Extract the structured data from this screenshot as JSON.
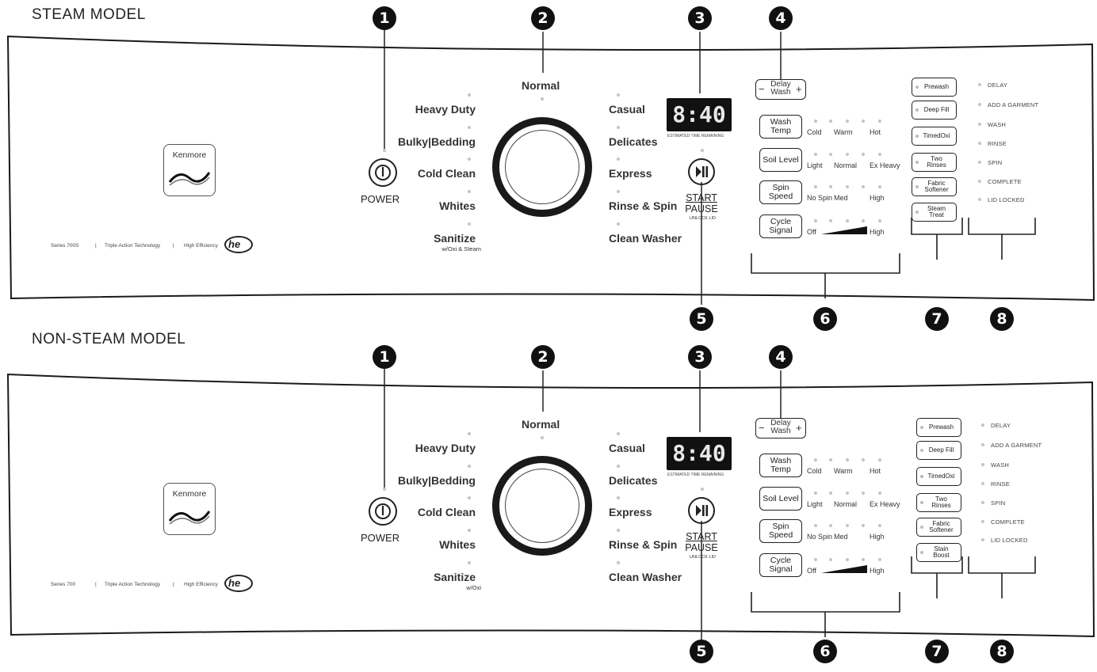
{
  "models": [
    {
      "title": "STEAM MODEL",
      "brand": "Kenmore",
      "footer": {
        "series": "Series 700S",
        "sep": "|",
        "tech": "Triple Action Technology",
        "efficiency": "High Efficiency",
        "he": "he"
      },
      "power_label": "POWER",
      "cycles_left": [
        "Heavy Duty",
        "Bulky|Bedding",
        "Cold Clean",
        "Whites",
        "Sanitize"
      ],
      "sanitize_note": "w/Oxi & Steam",
      "cycle_top": "Normal",
      "cycles_right": [
        "Casual",
        "Delicates",
        "Express",
        "Rinse & Spin",
        "Clean Washer"
      ],
      "display": "8:40",
      "display_note": "ESTIMATED TIME REMAINING",
      "start_label": "START",
      "pause_label": "PAUSE",
      "unlock_label": "UNLOCK LID",
      "delay_wash": {
        "minus": "−",
        "label": "Delay Wash",
        "plus": "+"
      },
      "settings": [
        {
          "label": "Wash Temp",
          "levels": [
            "Cold",
            "Warm",
            "Hot"
          ]
        },
        {
          "label": "Soil Level",
          "levels": [
            "Light",
            "Normal",
            "Ex Heavy"
          ]
        },
        {
          "label": "Spin Speed",
          "levels": [
            "No Spin",
            "Med",
            "High"
          ]
        },
        {
          "label": "Cycle Signal",
          "levels": [
            "Off",
            "",
            "High"
          ]
        }
      ],
      "options": [
        "Prewash",
        "Deep Fill",
        "TimedOxi",
        "Two Rinses",
        "Fabric Softener",
        "Steam Treat"
      ],
      "status": [
        "DELAY",
        "ADD A GARMENT",
        "WASH",
        "RINSE",
        "SPIN",
        "COMPLETE",
        "LID LOCKED"
      ]
    },
    {
      "title": "NON-STEAM MODEL",
      "brand": "Kenmore",
      "footer": {
        "series": "Series 700",
        "sep": "|",
        "tech": "Triple Action Technology",
        "efficiency": "High Efficiency",
        "he": "he"
      },
      "power_label": "POWER",
      "cycles_left": [
        "Heavy Duty",
        "Bulky|Bedding",
        "Cold Clean",
        "Whites",
        "Sanitize"
      ],
      "sanitize_note": "w/Oxi",
      "cycle_top": "Normal",
      "cycles_right": [
        "Casual",
        "Delicates",
        "Express",
        "Rinse & Spin",
        "Clean Washer"
      ],
      "display": "8:40",
      "display_note": "ESTIMATED TIME REMAINING",
      "start_label": "START",
      "pause_label": "PAUSE",
      "unlock_label": "UNLOCK LID",
      "delay_wash": {
        "minus": "−",
        "label": "Delay Wash",
        "plus": "+"
      },
      "settings": [
        {
          "label": "Wash Temp",
          "levels": [
            "Cold",
            "Warm",
            "Hot"
          ]
        },
        {
          "label": "Soil Level",
          "levels": [
            "Light",
            "Normal",
            "Ex Heavy"
          ]
        },
        {
          "label": "Spin Speed",
          "levels": [
            "No Spin",
            "Med",
            "High"
          ]
        },
        {
          "label": "Cycle Signal",
          "levels": [
            "Off",
            "",
            "High"
          ]
        }
      ],
      "options": [
        "Prewash",
        "Deep Fill",
        "TimedOxi",
        "Two Rinses",
        "Fabric Softener",
        "Stain Boost"
      ],
      "status": [
        "DELAY",
        "ADD A GARMENT",
        "WASH",
        "RINSE",
        "SPIN",
        "COMPLETE",
        "LID LOCKED"
      ]
    }
  ],
  "callouts": [
    "1",
    "2",
    "3",
    "4",
    "5",
    "6",
    "7",
    "8"
  ]
}
